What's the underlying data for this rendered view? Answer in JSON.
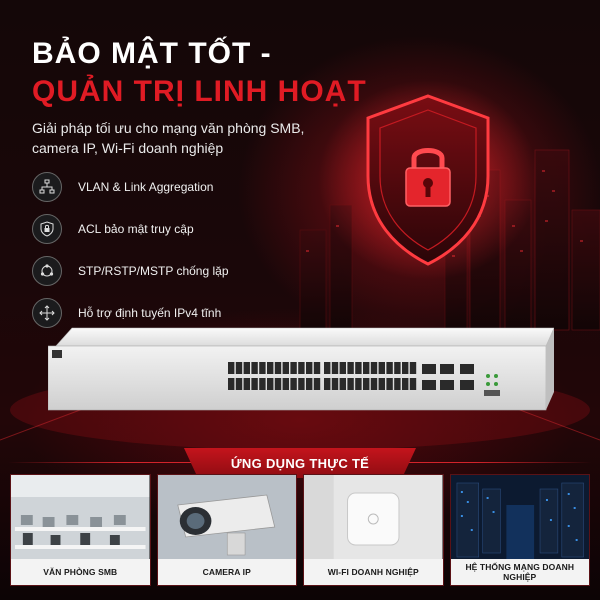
{
  "headline": {
    "line1": "BẢO MẬT TỐT -",
    "line2": "QUẢN TRỊ LINH HOẠT"
  },
  "subtitle": "Giải pháp tối ưu cho mạng văn phòng SMB, camera IP, Wi-Fi doanh nghiệp",
  "features": [
    {
      "icon": "network-topology-icon",
      "label": "VLAN & Link Aggregation"
    },
    {
      "icon": "lock-shield-icon",
      "label": "ACL bảo mật truy cập"
    },
    {
      "icon": "loop-nodes-icon",
      "label": "STP/RSTP/MSTP chống lặp"
    },
    {
      "icon": "move-arrows-icon",
      "label": "Hỗ trợ định tuyến IPv4 tĩnh"
    }
  ],
  "colors": {
    "accent": "#e01b24",
    "background": "#0b0607"
  },
  "applications": {
    "title": "ỨNG DỤNG THỰC TẾ",
    "items": [
      {
        "label": "VĂN PHÒNG SMB"
      },
      {
        "label": "CAMERA IP"
      },
      {
        "label": "WI-FI DOANH NGHIỆP"
      },
      {
        "label": "HỆ THỐNG MẠNG DOANH NGHIỆP"
      }
    ]
  }
}
